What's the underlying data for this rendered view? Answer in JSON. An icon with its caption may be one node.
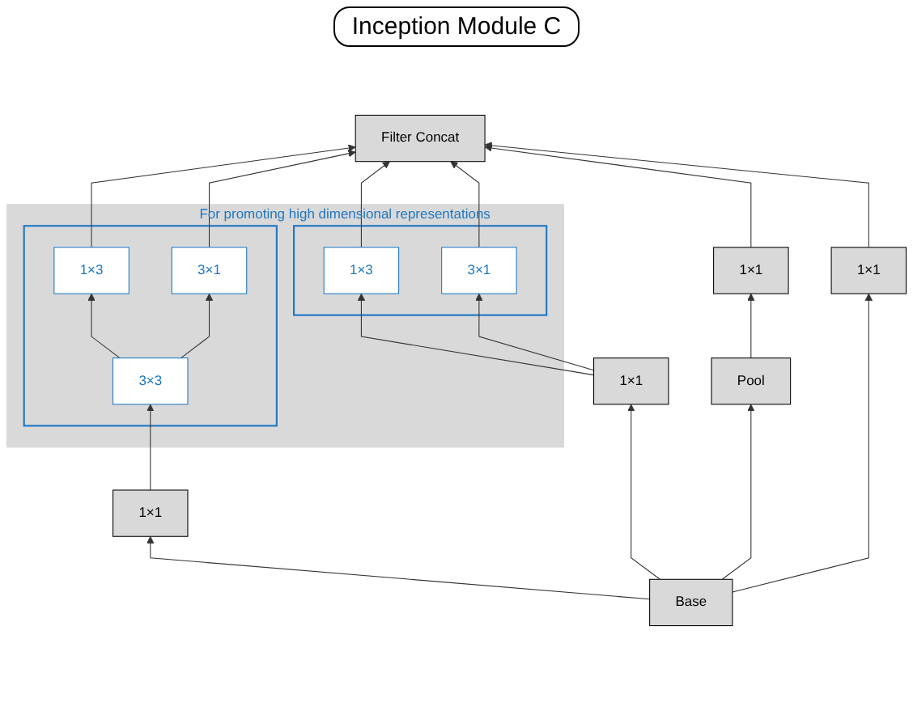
{
  "diagram": {
    "title": "Inception Module C",
    "nodes": [
      {
        "text": [
          "Filter Concat"
        ]
      },
      {
        "text": [
          "For promoting high dimensional representations"
        ]
      },
      {
        "text": [],
        "shape": "box",
        "in": 1
      },
      {
        "text": [
          "1×3"
        ],
        "in": 2
      },
      {
        "text": [
          "3×1"
        ],
        "in": 2
      },
      {
        "text": [
          "3×3"
        ],
        "in": 2
      },
      {
        "text": [],
        "shape": "box",
        "in": 1
      },
      {
        "text": [
          "1×3"
        ],
        "in": 6
      },
      {
        "text": [
          "3×1"
        ],
        "in": 6
      },
      {
        "text": [
          "1×1"
        ]
      },
      {
        "text": [
          "1×1"
        ]
      },
      {
        "text": [
          "1×1"
        ]
      },
      {
        "text": [
          "Pool"
        ]
      },
      {
        "text": [
          "1×1"
        ]
      },
      {
        "text": [
          "Base"
        ]
      }
    ],
    "edges": [
      {
        "from": 14,
        "to": 10,
        "arrow": "to"
      },
      {
        "from": 14,
        "to": 11,
        "arrow": "to"
      },
      {
        "from": 14,
        "to": 12,
        "arrow": "to"
      },
      {
        "from": 14,
        "to": 13,
        "arrow": "to"
      },
      {
        "from": 10,
        "to": 5,
        "arrow": "to"
      },
      {
        "from": 5,
        "to": 3,
        "arrow": "to"
      },
      {
        "from": 5,
        "to": 4,
        "arrow": "to"
      },
      {
        "from": 3,
        "to": 0,
        "arrow": "to"
      },
      {
        "from": 4,
        "to": 0,
        "arrow": "to"
      },
      {
        "from": 11,
        "to": 7,
        "arrow": "to"
      },
      {
        "from": 11,
        "to": 8,
        "arrow": "to"
      },
      {
        "from": 7,
        "to": 0,
        "arrow": "to"
      },
      {
        "from": 8,
        "to": 0,
        "arrow": "to"
      },
      {
        "from": 12,
        "to": 9,
        "arrow": "to"
      },
      {
        "from": 9,
        "to": 0,
        "arrow": "to"
      },
      {
        "from": 13,
        "to": 0,
        "arrow": "to"
      }
    ]
  }
}
